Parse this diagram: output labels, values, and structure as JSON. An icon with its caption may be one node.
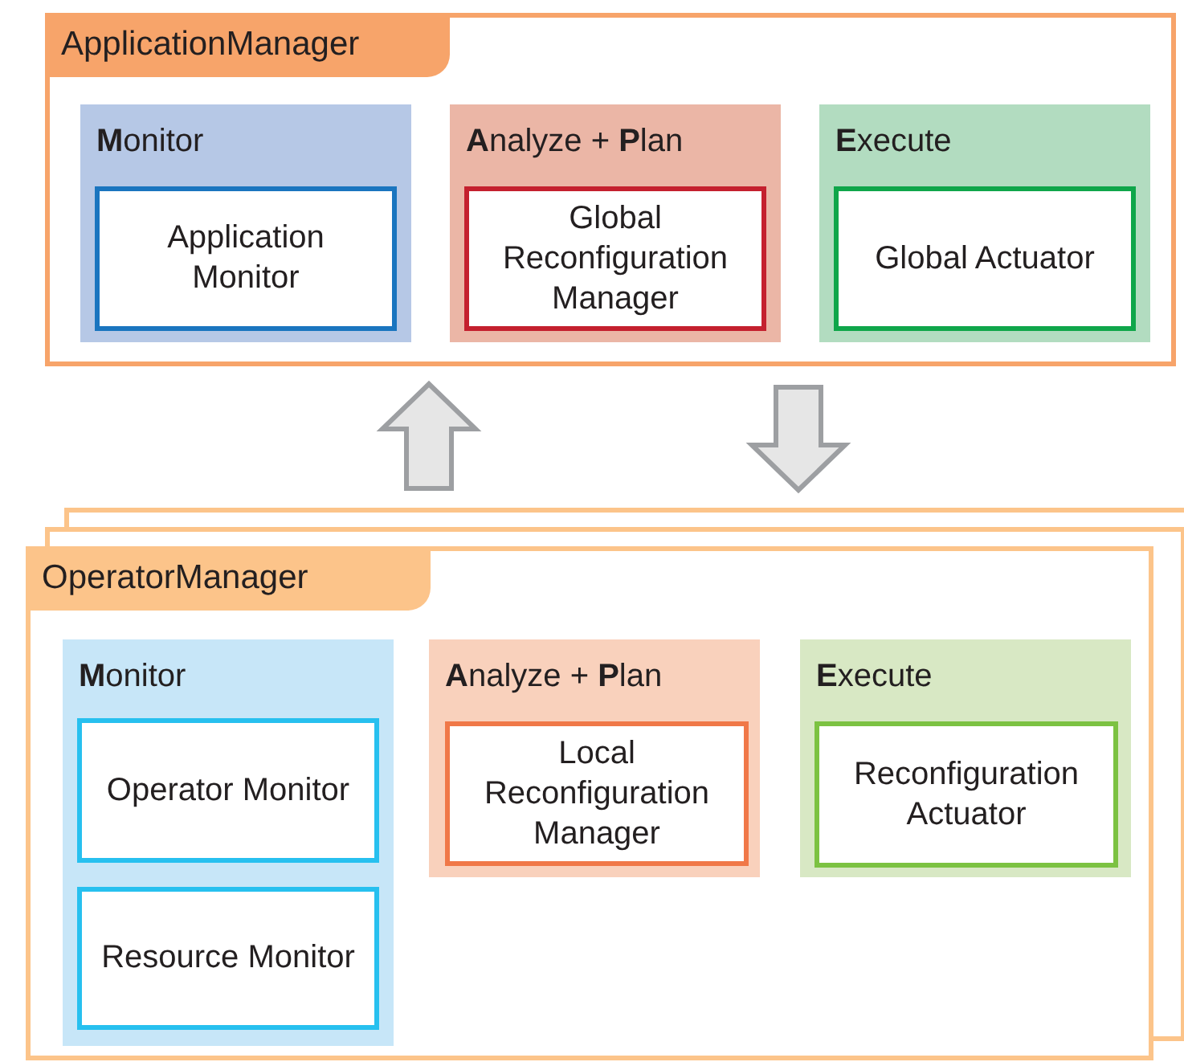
{
  "diagram": {
    "nodes": [
      {
        "text": [
          "ApplicationManager"
        ]
      },
      {
        "text": [
          "**M**onitor"
        ],
        "in": 0
      },
      {
        "text": [
          "Application Monitor"
        ],
        "in": 1
      },
      {
        "text": [
          "**A**nalyze + **P**lan"
        ],
        "in": 0
      },
      {
        "text": [
          "Global Reconfiguration Manager"
        ],
        "in": 3
      },
      {
        "text": [
          "**E**xecute"
        ],
        "in": 0
      },
      {
        "text": [
          "Global Actuator"
        ],
        "in": 5
      },
      {
        "text": [
          "OperatorManager"
        ]
      },
      {
        "text": [
          "**M**onitor"
        ],
        "in": 7
      },
      {
        "text": [
          "Operator Monitor"
        ],
        "in": 8
      },
      {
        "text": [
          "Resource Monitor"
        ],
        "in": 8
      },
      {
        "text": [
          "**A**nalyze + **P**lan"
        ],
        "in": 7
      },
      {
        "text": [
          "Local Reconfiguration Manager"
        ],
        "in": 11
      },
      {
        "text": [
          "**E**xecute"
        ],
        "in": 7
      },
      {
        "text": [
          "Reconfiguration Actuator"
        ],
        "in": 13
      }
    ],
    "edges": [
      {
        "from": 7,
        "to": 0,
        "arrow": "to",
        "style": "thick"
      },
      {
        "from": 0,
        "to": 7,
        "arrow": "to",
        "style": "thick"
      }
    ]
  }
}
